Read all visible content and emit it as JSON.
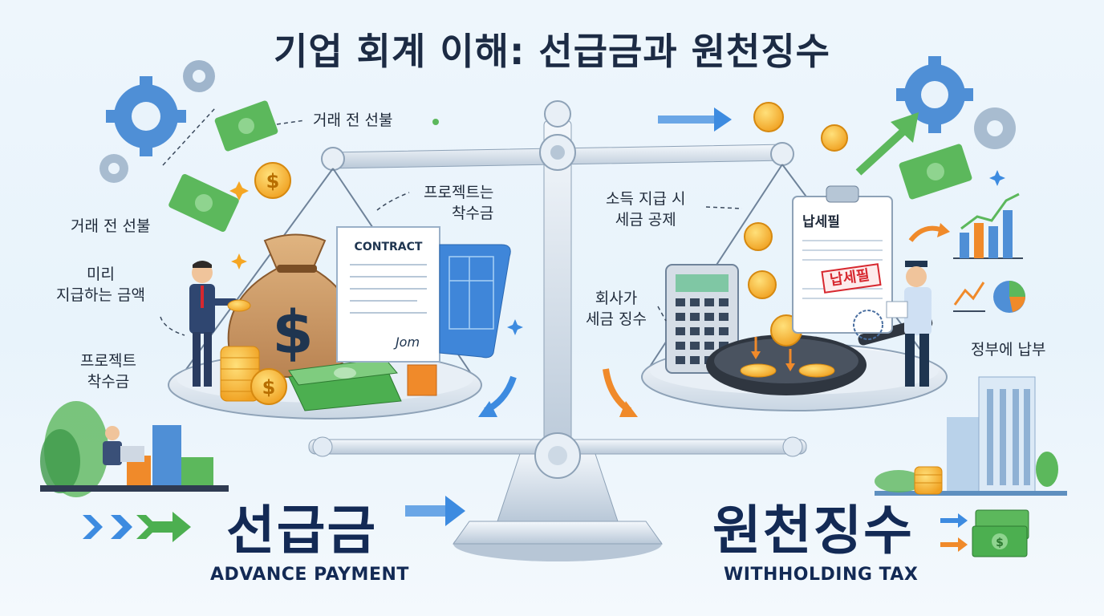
{
  "title": "기업 회계 이해: 선급금과 원천징수",
  "left": {
    "labels": {
      "pre_payment_top": "거래 전 선불",
      "pre_payment_side": "거래 전 선불",
      "paid_in_advance": "미리\n지급하는 금액",
      "project_deposit": "프로젝트\n착수금",
      "project_deposit_center": "프로젝트는\n착수금",
      "contract": "CONTRACT"
    },
    "heading": "선급금",
    "subheading": "ADVANCE PAYMENT"
  },
  "right": {
    "labels": {
      "deduct_on_income": "소득 지급 시\n세금 공제",
      "company_collects": "회사가\n세금 징수",
      "pay_to_government": "정부에 납부",
      "tax_receipt_header": "납세필",
      "tax_receipt_stamp": "납세필"
    },
    "heading": "원천징수",
    "subheading": "WITHHOLDING TAX"
  },
  "icons": {
    "currency_symbol": "$",
    "signature": "Jom"
  },
  "colors": {
    "title": "#1c2b44",
    "heading": "#132a55",
    "money_green": "#4caf50",
    "coin_gold": "#f5a623",
    "arrow_blue": "#3d8be0",
    "arrow_orange": "#f08a2a",
    "stamp_red": "#d7282f"
  }
}
